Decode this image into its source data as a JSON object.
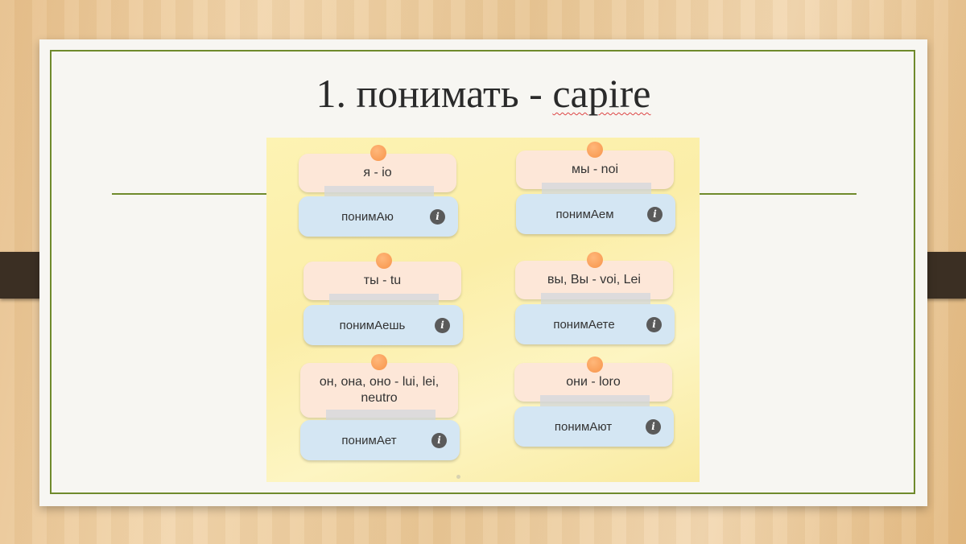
{
  "slide": {
    "title_prefix": "1. понимать - ",
    "title_word": "capire"
  },
  "cards": [
    {
      "label": "я - io",
      "answer": "понимАю"
    },
    {
      "label": "мы - noi",
      "answer": "понимАем"
    },
    {
      "label": "ты - tu",
      "answer": "понимАешь"
    },
    {
      "label": "вы, Вы - voi, Lei",
      "answer": "понимАете"
    },
    {
      "label": "он, она, оно - lui, lei, neutro",
      "answer": "понимАет"
    },
    {
      "label": "они - loro",
      "answer": "понимАют"
    }
  ],
  "icons": {
    "info": "info-icon",
    "pin": "pin-icon"
  },
  "colors": {
    "frame": "#6f8a2c",
    "label_bg": "#fde7d8",
    "answer_bg": "#d4e6f3",
    "pin": "#f7944a",
    "board": "#fbeea8"
  }
}
